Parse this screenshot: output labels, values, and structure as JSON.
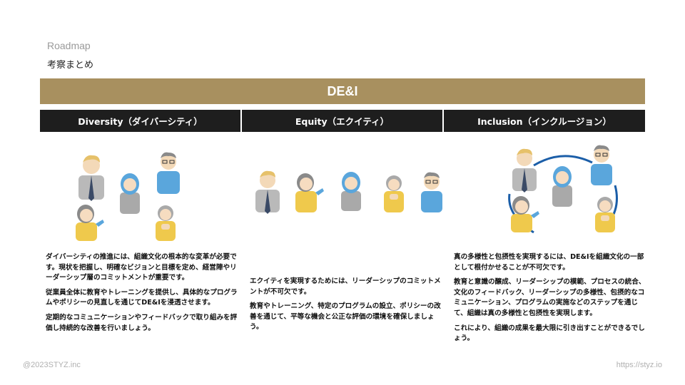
{
  "header": {
    "eyebrow": "Roadmap",
    "subtitle": "考察まとめ"
  },
  "banner": {
    "label": "DE&I",
    "color": "#a8905f"
  },
  "columns": [
    {
      "title": "Diversity（ダイバーシティ）",
      "paragraphs": [
        "ダイバーシティの推進には、組織文化の根本的な変革が必要です。現状を把握し、明確なビジョンと目標を定め、経営陣やリーダーシップ層のコミットメントが重要です。",
        "従業員全体に教育やトレーニングを提供し、具体的なプログラムやポリシーの見直しを通じてDE&Iを浸透させます。",
        "定期的なコミュニケーションやフィードバックで取り組みを評価し持続的な改善を行いましょう。"
      ]
    },
    {
      "title": "Equity（エクイティ）",
      "paragraphs": [
        "エクイティを実現するためには、リーダーシップのコミットメントが不可欠です。",
        "教育やトレーニング、特定のプログラムの設立、ポリシーの改善を通じて、平等な機会と公正な評価の環境を確保しましょう。"
      ]
    },
    {
      "title": "Inclusion（インクルージョン）",
      "paragraphs": [
        "真の多様性と包摂性を実現するには、DE&Iを組織文化の一部として根付かせることが不可欠です。",
        "教育と意識の醸成、リーダーシップの模範、プロセスの統合、文化のフィードバック、リーダーシップの多様性、包摂的なコミュニケーション、プログラムの実施などのステップを通じて、組織は真の多様性と包摂性を実現します。",
        "これにより、組織の成果を最大限に引き出すことができるでしょう。"
      ]
    }
  ],
  "footer": {
    "left": "@2023STYZ.inc",
    "right": "https://styz.io"
  },
  "icons": [
    "person-suit-icon",
    "person-woman-blue-icon",
    "person-glasses-icon",
    "person-thinking-icon",
    "person-elder-icon",
    "circle-arrows-icon"
  ]
}
